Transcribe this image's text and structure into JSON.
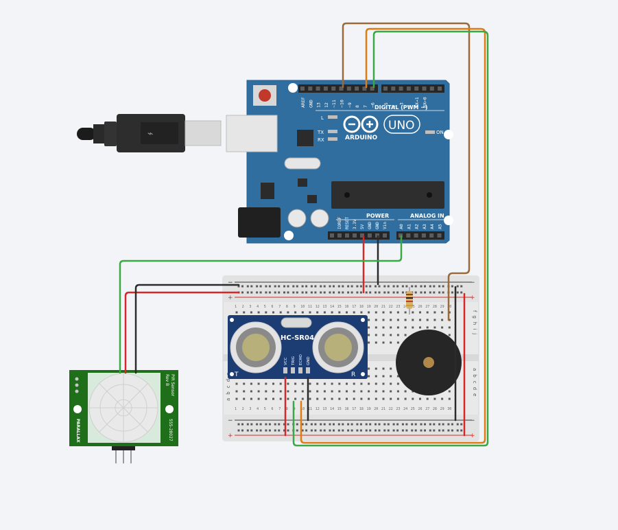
{
  "arduino": {
    "logo_text": "ARDUINO",
    "model": "UNO",
    "digital_header": "DIGITAL (PWM ~)",
    "power_header": "POWER",
    "analog_header": "ANALOG IN",
    "on_label": "ON",
    "led_labels": [
      "L",
      "TX",
      "RX"
    ],
    "digital_pins": [
      "AREF",
      "GND",
      "13",
      "12",
      "~11",
      "~10",
      "~9",
      "8",
      "7",
      "~6",
      "~5",
      "4",
      "~3",
      "2",
      "TX→1",
      "RX←0"
    ],
    "power_pins": [
      "IOREF",
      "RESET",
      "3.3V",
      "5V",
      "GND",
      "GND",
      "Vin"
    ],
    "analog_pins": [
      "A0",
      "A1",
      "A2",
      "A3",
      "A4",
      "A5"
    ]
  },
  "ultrasonic": {
    "title": "HC-SR04",
    "pins": [
      "VCC",
      "TRIG",
      "ECHO",
      "GND"
    ],
    "left_mark": "T",
    "right_mark": "R"
  },
  "pir": {
    "side_top": "PIR Sensor",
    "side_rev": "Rev B",
    "side_part": "555-28027",
    "side_brand": "PARALLAX"
  },
  "breadboard": {
    "row_letters_top": "fghij",
    "row_letters_bottom": "abcde",
    "plus": "+",
    "minus": "−"
  },
  "colors": {
    "board_blue": "#2f6e9e",
    "wire_red": "#d62828",
    "wire_black": "#2b2b2b",
    "wire_green": "#3aa845",
    "wire_orange": "#e07b12",
    "wire_brown": "#9a6a3a",
    "pcb_green": "#1f6e1a",
    "sensor_navy": "#1c3d74"
  }
}
